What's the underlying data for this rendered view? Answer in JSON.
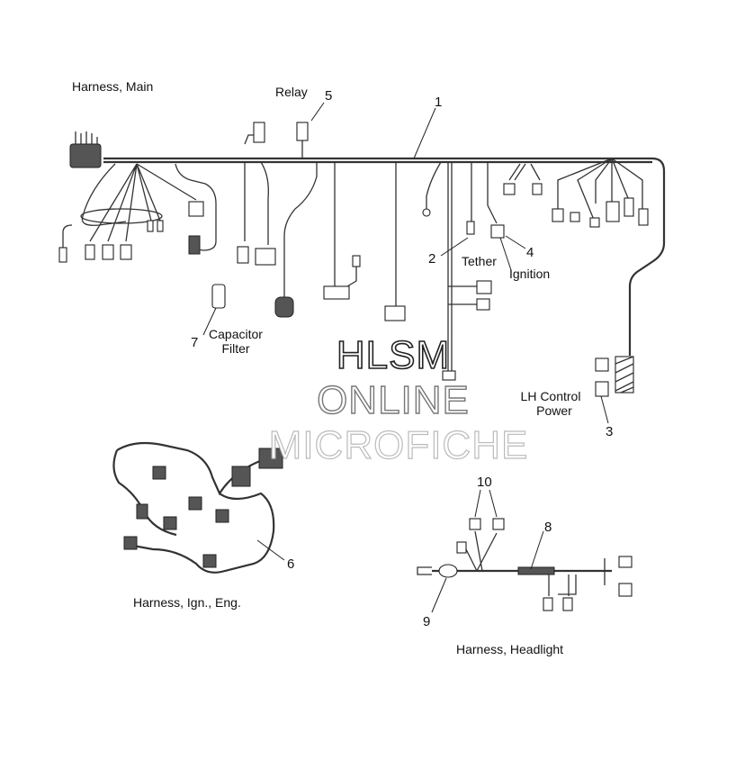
{
  "sections": {
    "main_title": "Harness, Main",
    "ign_title": "Harness, Ign., Eng.",
    "headlight_title": "Harness, Headlight"
  },
  "callouts": {
    "n1": "1",
    "n2": "2",
    "n3": "3",
    "n4": "4",
    "n5": "5",
    "n6": "6",
    "n7": "7",
    "n8": "8",
    "n9": "9",
    "n10": "10"
  },
  "labels": {
    "relay": "Relay",
    "tether": "Tether",
    "ignition": "Ignition",
    "capacitor_line1": "Capacitor",
    "capacitor_line2": "Filter",
    "lh_line1": "LH Control",
    "lh_line2": "Power"
  },
  "watermark": {
    "line1": "HLSM",
    "line2": "ONLINE",
    "line3": "MICROFICHE"
  }
}
